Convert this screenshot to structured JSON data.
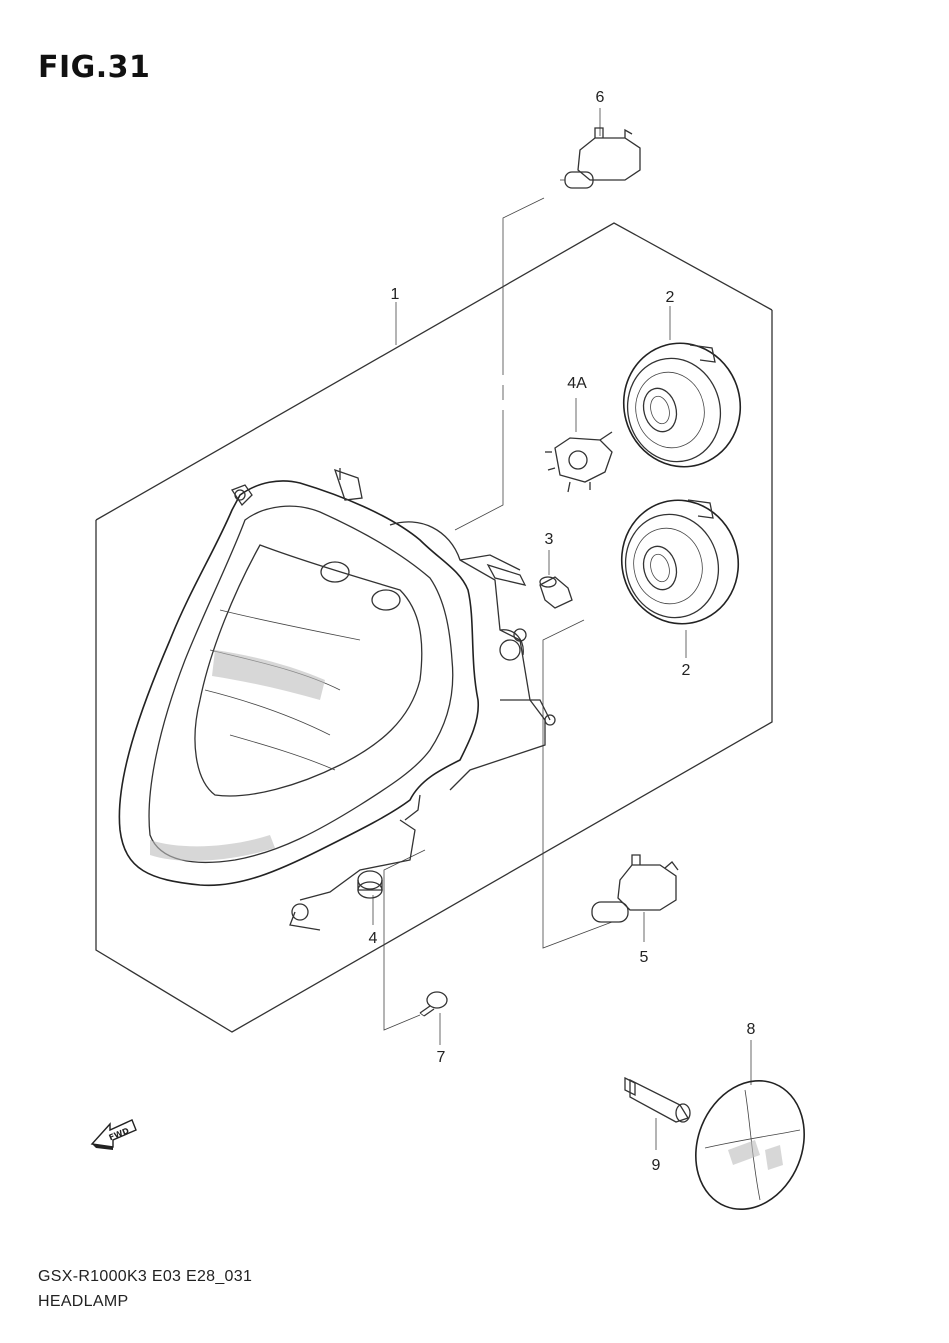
{
  "figure": {
    "title": "FIG.31",
    "model_code": "GSX-R1000K3 E03 E28_031",
    "assembly_name": "HEADLAMP"
  },
  "callouts": {
    "c1": "1",
    "c2a": "2",
    "c2b": "2",
    "c3": "3",
    "c4": "4",
    "c4a": "4A",
    "c5": "5",
    "c6": "6",
    "c7": "7",
    "c8": "8",
    "c9": "9"
  },
  "fwd_label": "FWD"
}
